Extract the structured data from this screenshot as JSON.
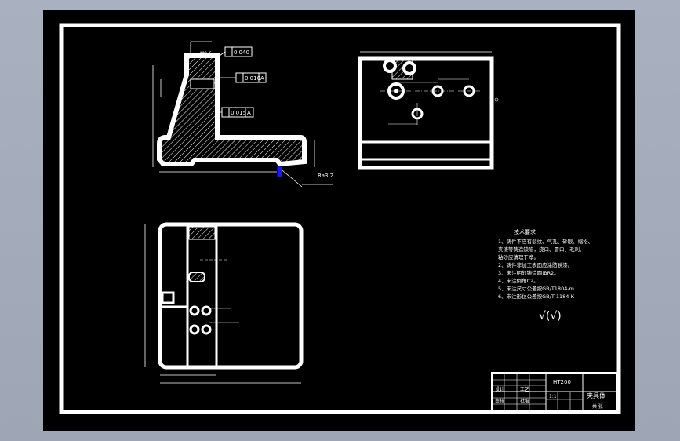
{
  "drawing": {
    "tolerances": {
      "flatness_1": "0.040",
      "flatness_2": "0.010",
      "flatness_3": "0.015",
      "datum_a": "A",
      "roughness_callout": "Ra3.2"
    },
    "technical_requirements": {
      "title": "技术要求",
      "lines": [
        "1、铸件不应有裂纹、气孔、砂眼、缩松、",
        "  夹渣等铸造缺陷，浇口、冒口、毛刺、",
        "  粘砂应清理干净。",
        "2、铸件非加工表面应涂防锈漆。",
        "3、未注明的铸造圆角R2。",
        "4、未注倒角C2。",
        "5、未注尺寸公差按GB/T1804-m",
        "6、未注形位公差按GB/T 1184-K"
      ]
    },
    "roughness_symbol": "√(√)",
    "title_block": {
      "part_name": "夹具体",
      "material": "HT200",
      "sheet": "共  张",
      "scale": "1:1",
      "designer": "设计",
      "checker": "审核",
      "process": "工艺",
      "approve": "批准"
    }
  }
}
